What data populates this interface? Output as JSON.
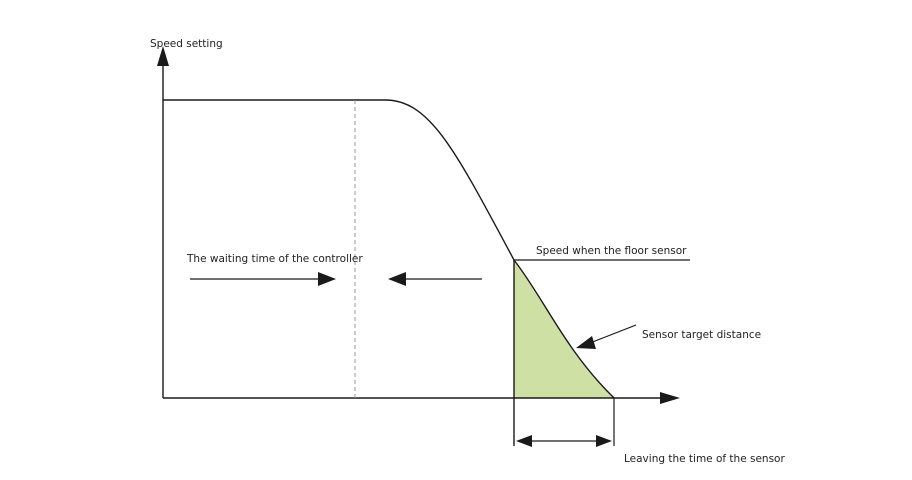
{
  "labels": {
    "y_axis": "Speed setting",
    "waiting": "The waiting time of the controller",
    "floor_speed": "Speed  when the floor sensor",
    "sensor_distance": "Sensor target distance",
    "leaving": "Leaving the time of the sensor"
  },
  "colors": {
    "line": "#1a1a1a",
    "fill": "#cfe0a4",
    "dashed": "#9a9a9a",
    "text": "#222222"
  }
}
